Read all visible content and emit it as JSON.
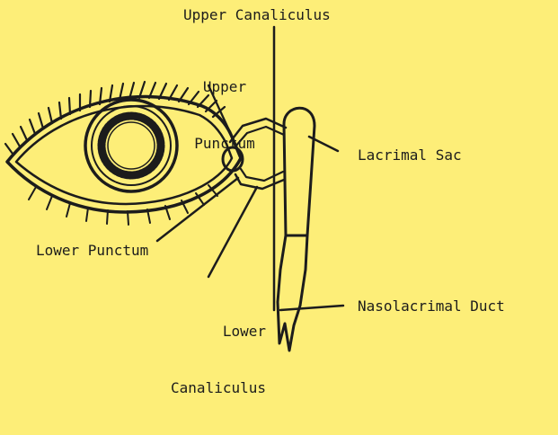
{
  "diagram": {
    "background_color": "#fdee78",
    "ink_color": "#1c1c1c",
    "labels": {
      "upper_canaliculus": "Upper Canaliculus",
      "upper_punctum": [
        "Upper",
        "Punctum"
      ],
      "lacrimal_sac": "Lacrimal Sac",
      "lower_punctum": "Lower Punctum",
      "lower_canaliculus": [
        "Lower",
        "Canaliculus"
      ],
      "nasolacrimal_duct": "Nasolacrimal Duct"
    }
  }
}
